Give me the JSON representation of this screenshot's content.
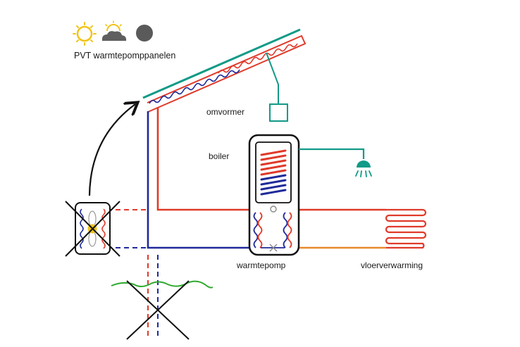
{
  "labels": {
    "pvt": "PVT warmtepomppanelen",
    "omvormer": "omvormer",
    "boiler": "boiler",
    "warmtepomp": "warmtepomp",
    "vloerverwarming": "vloerverwarming"
  },
  "icons": [
    "sun-icon",
    "cloud-sun-icon",
    "night-icon"
  ],
  "colors": {
    "hot": "#e03a2a",
    "cold": "#1f2a9a",
    "teal": "#119a87",
    "ground": "#2eaa2e",
    "floor": "#e8882a",
    "sun": "#f0c419",
    "dark": "#5a5a5a"
  }
}
